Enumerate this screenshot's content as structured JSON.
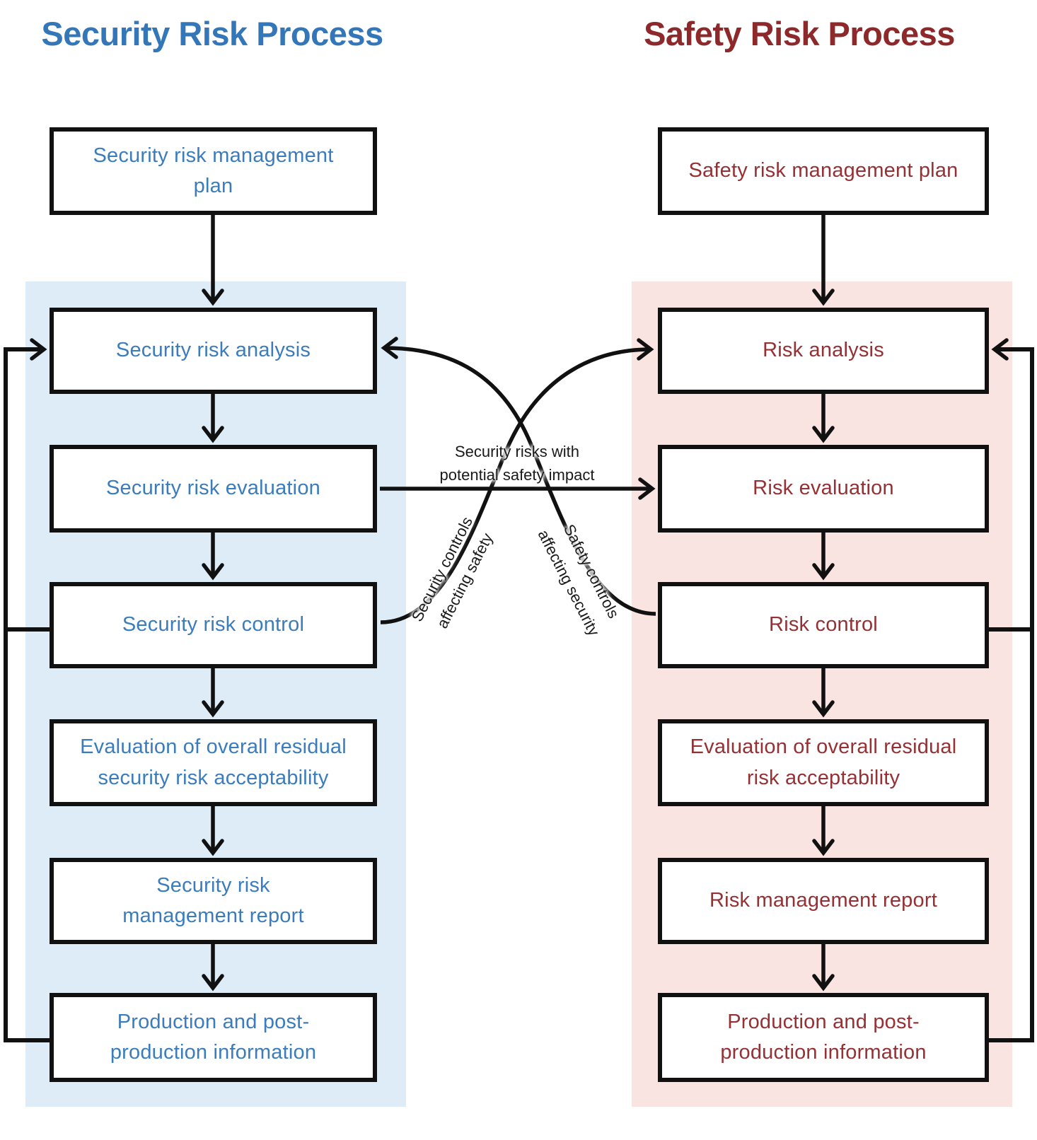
{
  "security_process": {
    "title": "Security Risk Process",
    "boxes": [
      {
        "label": "Security risk management\nplan"
      },
      {
        "label": "Security risk analysis"
      },
      {
        "label": "Security risk evaluation"
      },
      {
        "label": "Security risk control"
      },
      {
        "label": "Evaluation of overall residual\nsecurity risk acceptability"
      },
      {
        "label": "Security risk\nmanagement report"
      },
      {
        "label": "Production and post-\nproduction information"
      }
    ]
  },
  "safety_process": {
    "title": "Safety Risk Process",
    "boxes": [
      {
        "label": "Safety risk management plan"
      },
      {
        "label": "Risk analysis"
      },
      {
        "label": "Risk evaluation"
      },
      {
        "label": "Risk control"
      },
      {
        "label": "Evaluation of overall residual\nrisk acceptability"
      },
      {
        "label": "Risk management report"
      },
      {
        "label": "Production and post-\nproduction information"
      }
    ]
  },
  "cross_connections": {
    "risks_label": "Security risks with\npotential safety impact",
    "security_controls_label": "Security controls\naffecting safety",
    "safety_controls_label": "Safety controls\naffecting security"
  },
  "connections": [
    {
      "from": "Security risk control",
      "to": "Risk analysis",
      "label": "Security controls affecting safety"
    },
    {
      "from": "Risk control",
      "to": "Security risk analysis",
      "label": "Safety controls affecting security"
    },
    {
      "from": "Security risk evaluation",
      "to": "Risk evaluation",
      "label": "Security risks with potential safety impact"
    },
    {
      "from": "Production and post-production information",
      "to": "Security risk analysis",
      "label": ""
    },
    {
      "from": "Security risk control",
      "to": "Security risk analysis",
      "label": ""
    },
    {
      "from": "Production and post-production information",
      "to": "Risk analysis",
      "label": ""
    },
    {
      "from": "Risk control",
      "to": "Risk analysis",
      "label": ""
    }
  ],
  "colors": {
    "security_accent": "#3377b8",
    "security_text": "#3b7cbd",
    "safety_accent": "#8d282b",
    "safety_text": "#953134",
    "security_panel": "#ddecf7",
    "safety_panel": "#fae4e2",
    "line": "#111111"
  }
}
